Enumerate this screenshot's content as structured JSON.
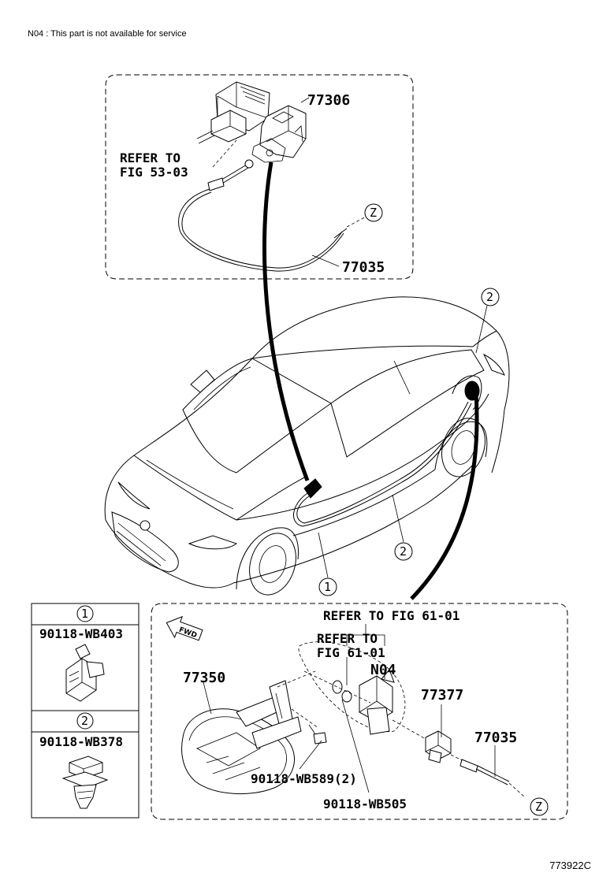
{
  "note": "N04 : This part is not available for service",
  "figure_code": "773922C",
  "callouts": {
    "p77306": "77306",
    "p77035_top": "77035",
    "refer_top_1": "REFER TO",
    "refer_top_2": "FIG 53-03",
    "z_top": "Z",
    "c2_top": "2",
    "c2_mid": "2",
    "c1_mid": "1",
    "refer_61_main": "REFER TO FIG 61-01",
    "refer_61_sub_1": "REFER TO",
    "refer_61_sub_2": "FIG 61-01",
    "n04": "N04",
    "p77350": "77350",
    "p77377": "77377",
    "p77035_bot": "77035",
    "p90118_wb589": "90118-WB589(2)",
    "p90118_wb505": "90118-WB505",
    "z_bot": "Z",
    "fwd": "FWD"
  },
  "legend": {
    "item1_id": "1",
    "item1_part": "90118-WB403",
    "item2_id": "2",
    "item2_part": "90118-WB378"
  }
}
